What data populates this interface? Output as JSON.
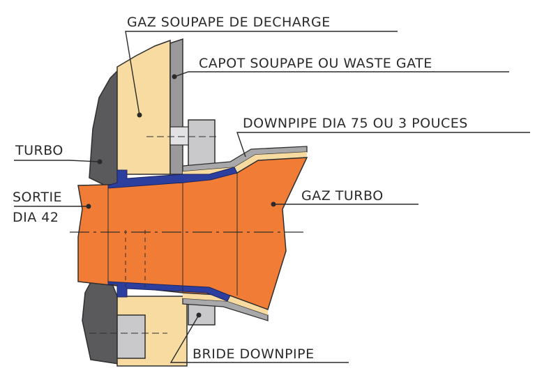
{
  "labels": {
    "gaz_soupape": "GAZ SOUPAPE DE DECHARGE",
    "capot": "CAPOT SOUPAPE OU WASTE GATE",
    "downpipe": "DOWNPIPE DIA 75 OU 3 POUCES",
    "turbo": "TURBO",
    "sortie_line1": "SORTIE",
    "sortie_line2": "DIA 42",
    "gaz_turbo": "GAZ TURBO",
    "bride": "BRIDE DOWNPIPE"
  },
  "colors": {
    "turbo_body": "#5a5a5c",
    "cover": "#9a9a9c",
    "wastegate_gas": "#f7dba0",
    "turbo_gas": "#f07c35",
    "blue_insert": "#2c3e9e",
    "pipe_wall": "#a8a8aa",
    "flange": "#c9c9cb",
    "outline": "#2e2e2e",
    "label_line": "#2a2a2a"
  }
}
